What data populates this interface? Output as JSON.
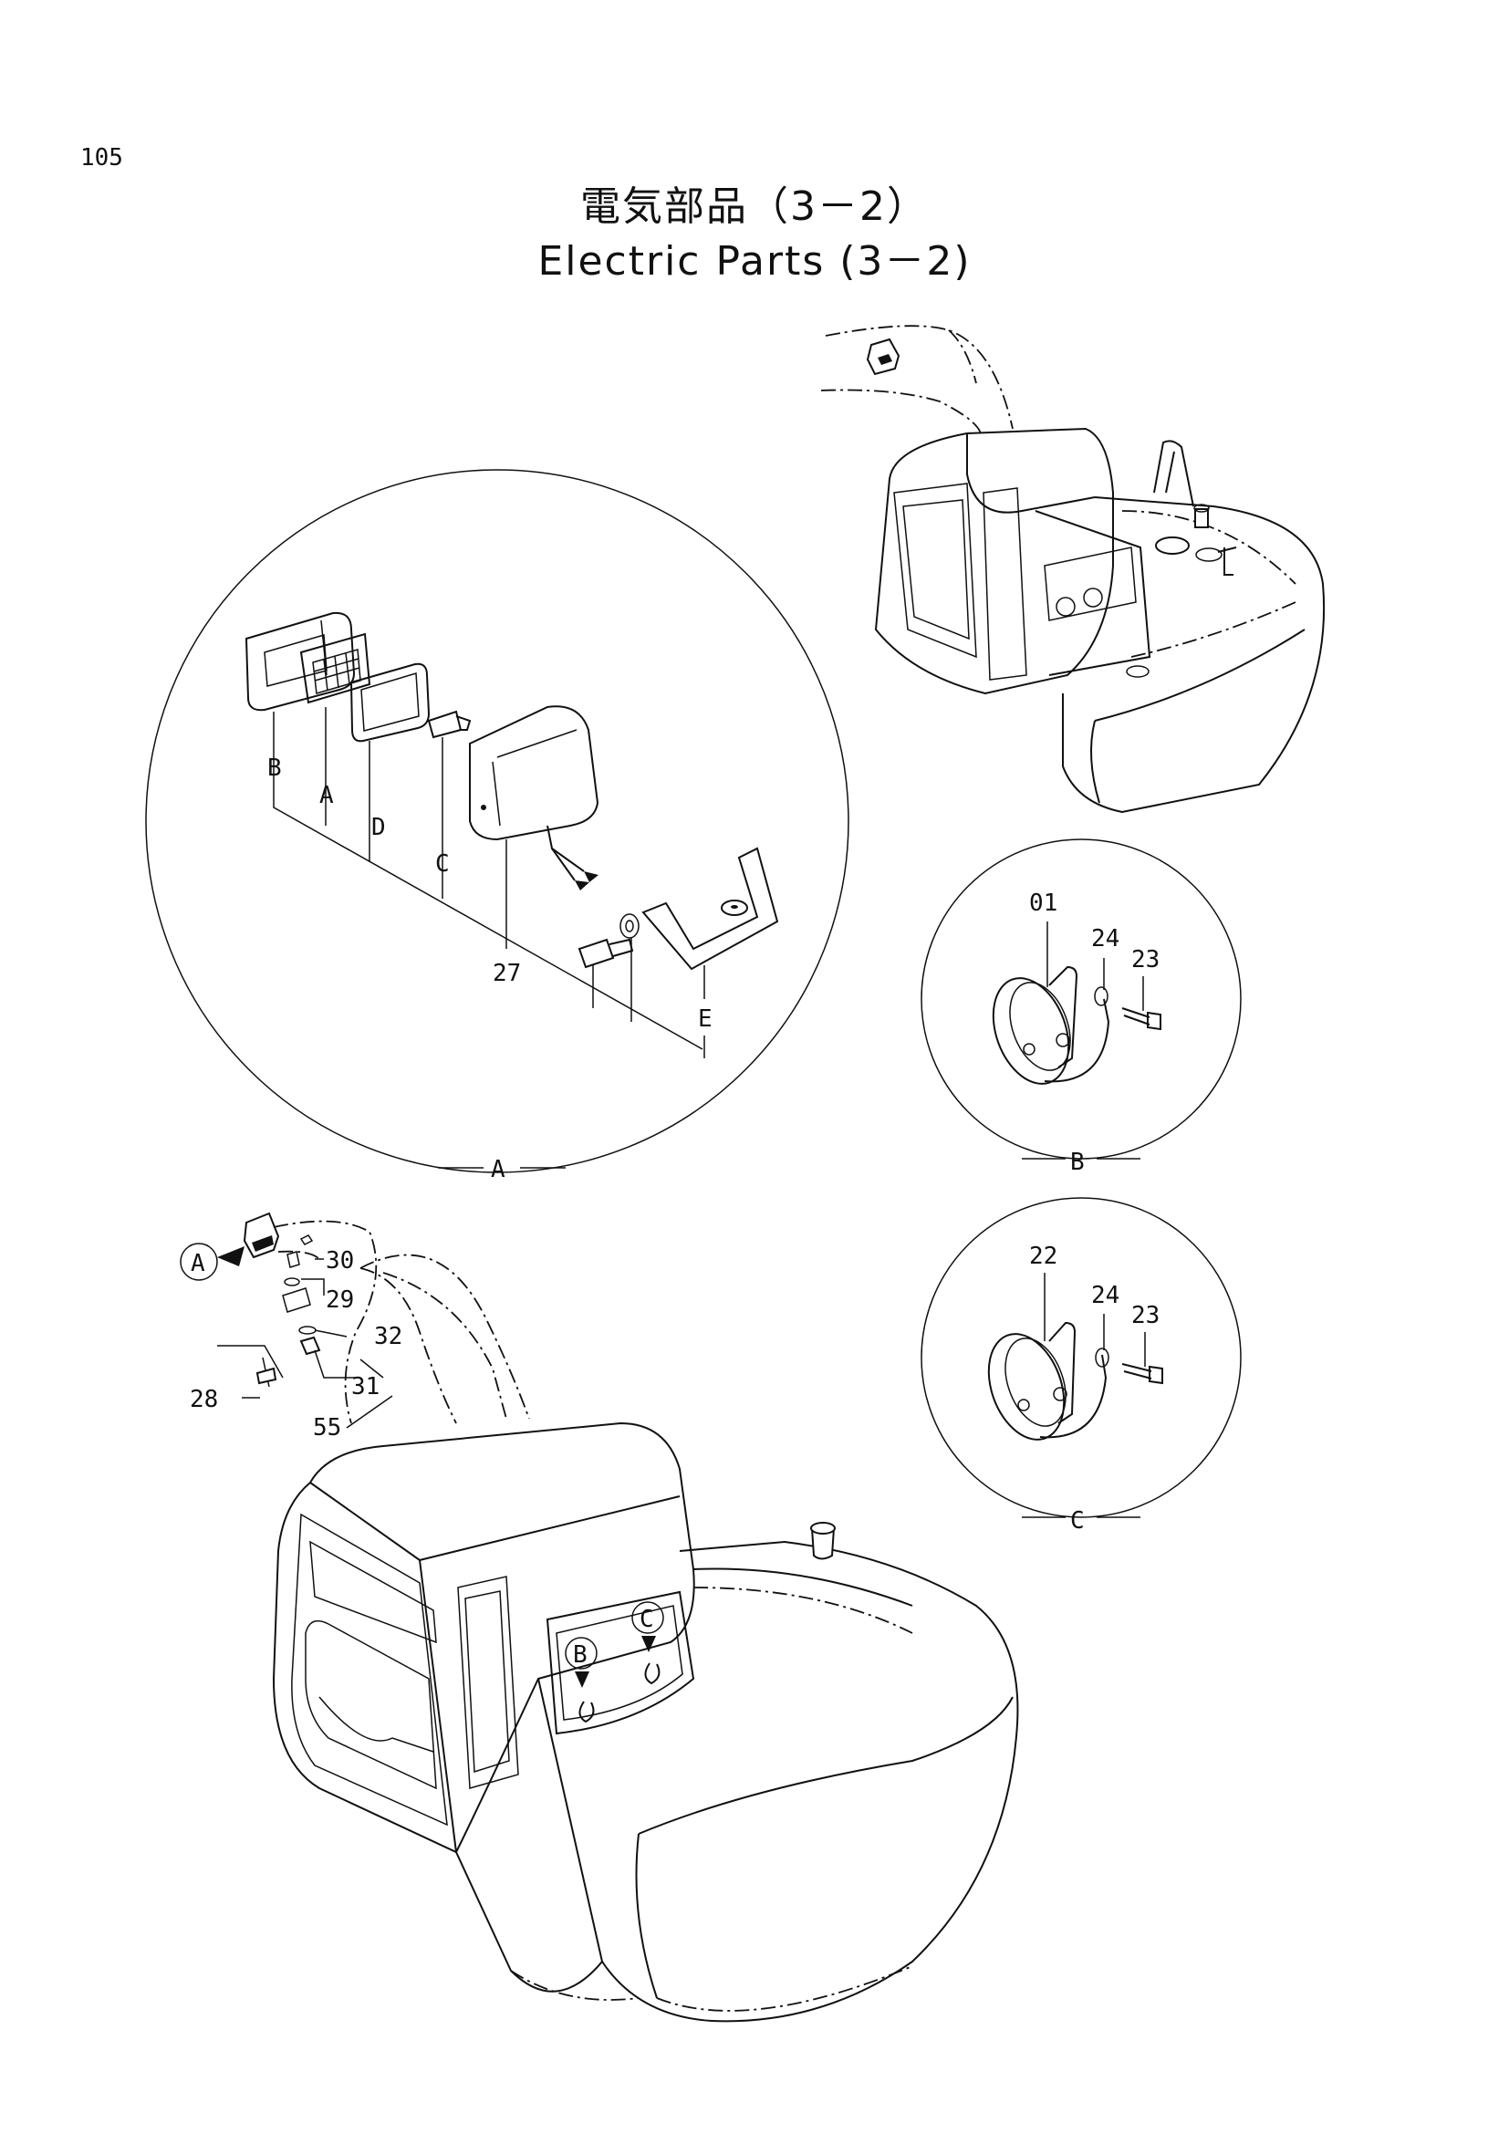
{
  "page": {
    "page_number": "105",
    "title_jp": "電気部品（3－2）",
    "title_en": "Electric Parts (3－2)"
  },
  "detail_a": {
    "callout": "A",
    "labels": {
      "B": "B",
      "A": "A",
      "D": "D",
      "C": "C",
      "n27": "27",
      "E": "E"
    }
  },
  "detail_b": {
    "callout": "B",
    "labels": {
      "n01": "01",
      "n24": "24",
      "n23": "23"
    }
  },
  "detail_c": {
    "callout": "C",
    "labels": {
      "n22": "22",
      "n24": "24",
      "n23": "23"
    }
  },
  "main_view": {
    "bubble_a": "A",
    "bubble_b": "B",
    "bubble_c": "C",
    "labels": {
      "n30": "30",
      "n29": "29",
      "n32": "32",
      "n28": "28",
      "n31": "31",
      "n55": "55"
    }
  }
}
